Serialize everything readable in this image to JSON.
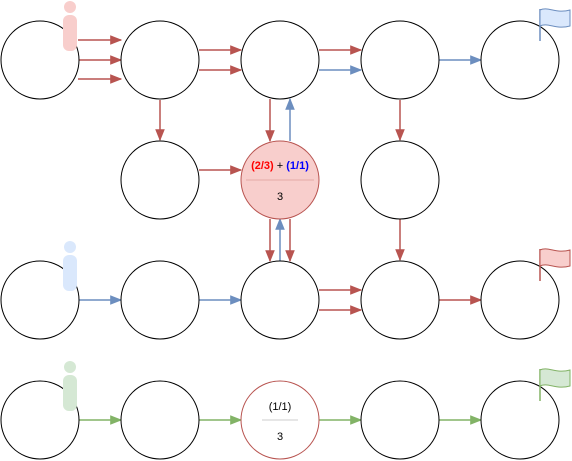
{
  "colors": {
    "red": "#b85450",
    "blue": "#6c8ebf",
    "green": "#82b366",
    "node_stroke": "#000000",
    "highlight_fill": "#f8cecc",
    "red_text": "#ff0000",
    "blue_text": "#0000ff",
    "red_person": "#f8cecc",
    "blue_person": "#dae8fc",
    "green_person": "#d5e8d4",
    "red_flag": "#f8cecc",
    "blue_flag": "#dae8fc",
    "green_flag": "#d5e8d4"
  },
  "icons": {
    "start_markers": [
      "person-icon",
      "person-icon",
      "person-icon"
    ],
    "goal_markers": [
      "flag-icon",
      "flag-icon",
      "flag-icon"
    ]
  },
  "labels": {
    "center_red_term": "(2/3)",
    "center_plus": " + ",
    "center_blue_term": "(1/1)",
    "center_denominator": "3",
    "green_numerator": "(1/1)",
    "green_denominator": "3"
  }
}
